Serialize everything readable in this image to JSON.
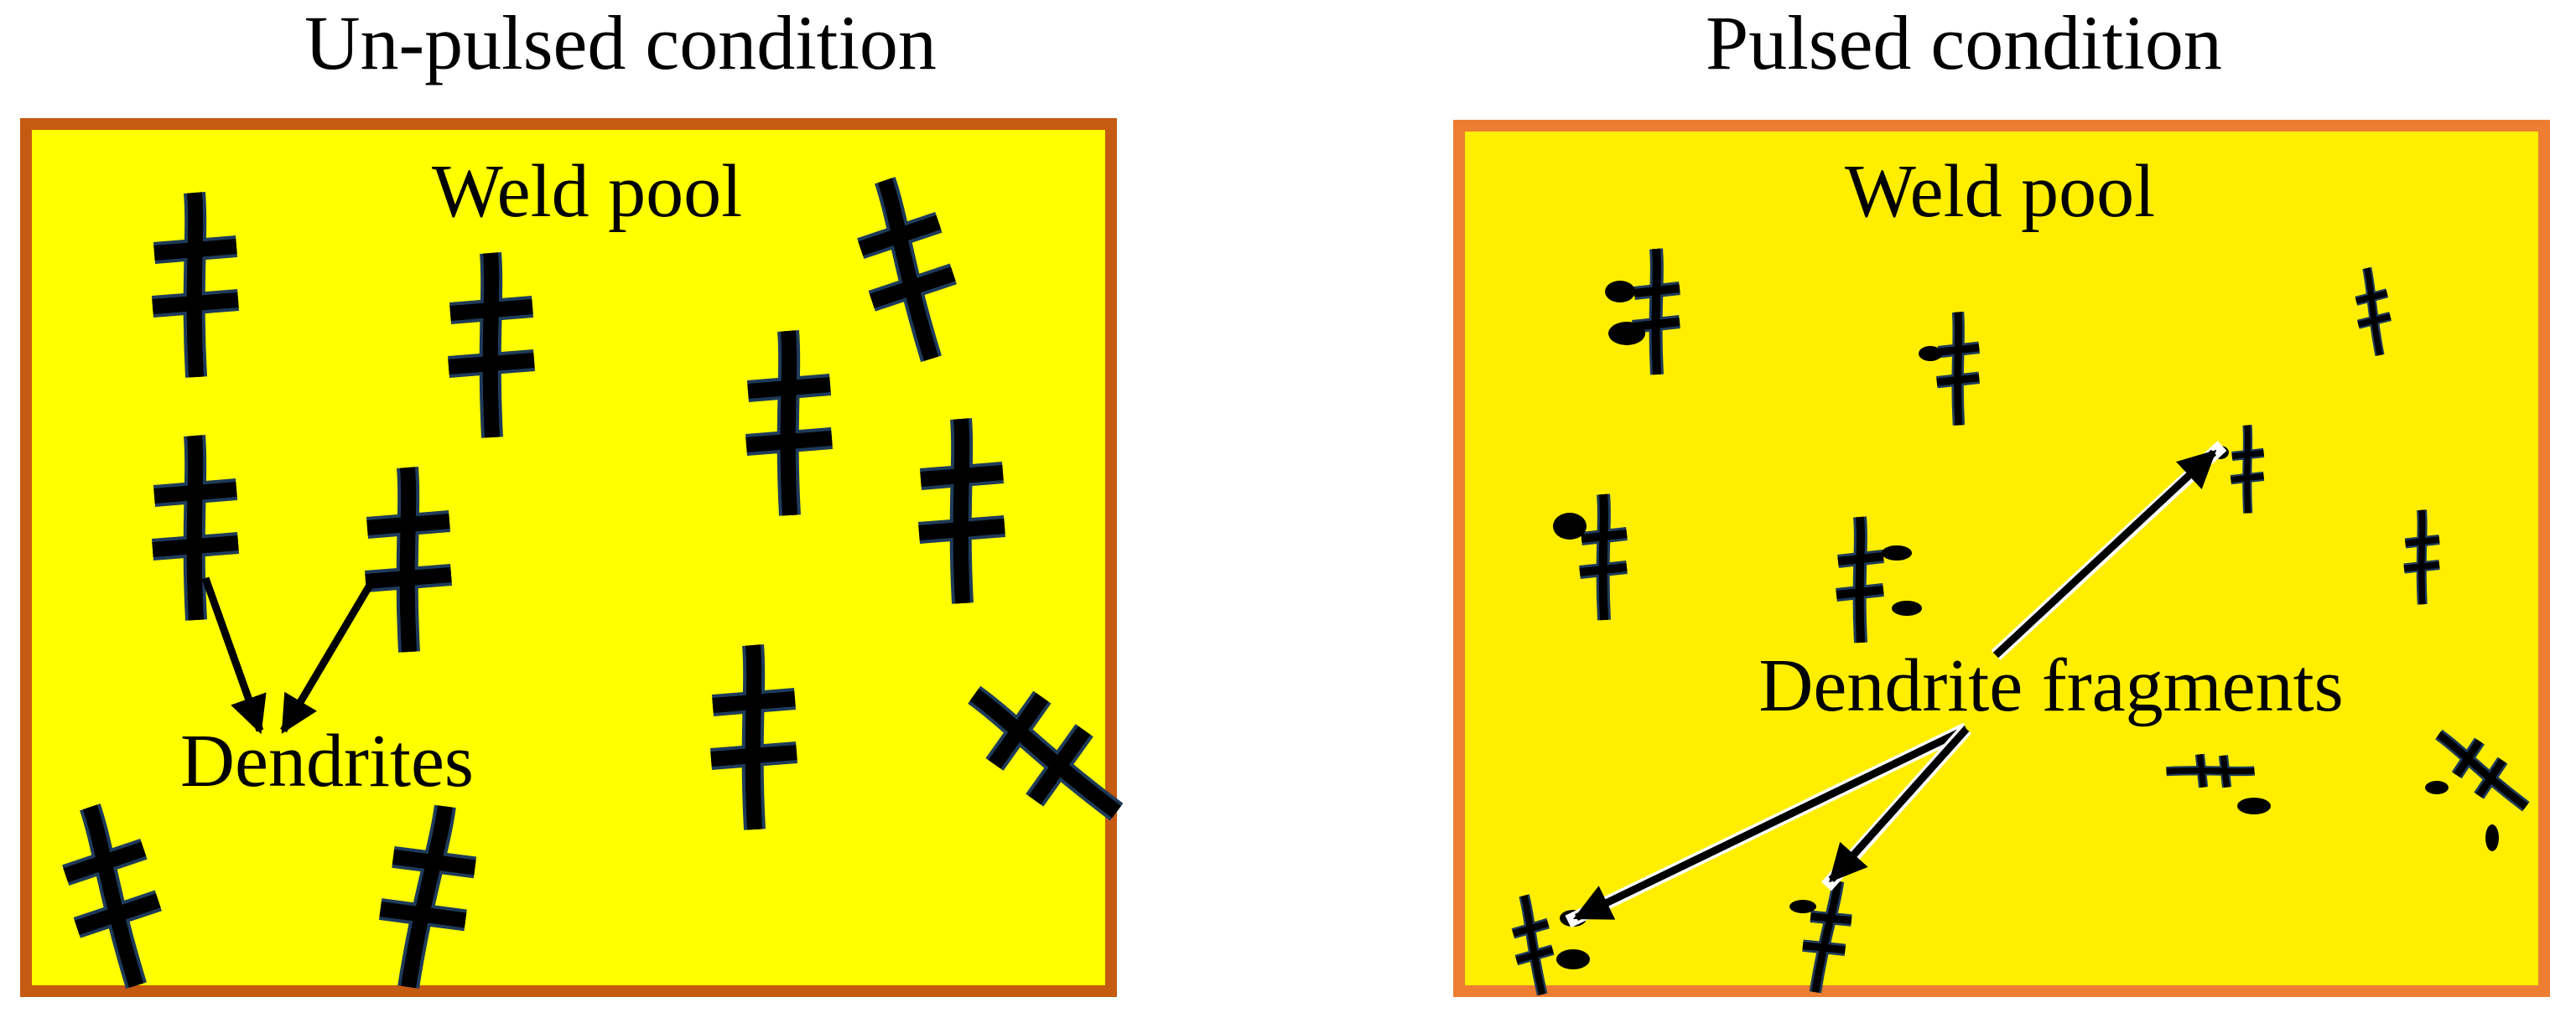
{
  "left_panel": {
    "title": "Un-pulsed condition",
    "pool_label": "Weld pool",
    "annotation": "Dendrites",
    "fill_color": "#ffff00",
    "border_color": "#c55a11"
  },
  "right_panel": {
    "title": "Pulsed condition",
    "pool_label": "Weld pool",
    "annotation": "Dendrite fragments",
    "fill_color": "#ffee00",
    "border_color": "#ed7d31"
  },
  "colors": {
    "dendrite": "#000000",
    "dendrite_outline": "#1f3b5a",
    "arrow": "#000000"
  }
}
